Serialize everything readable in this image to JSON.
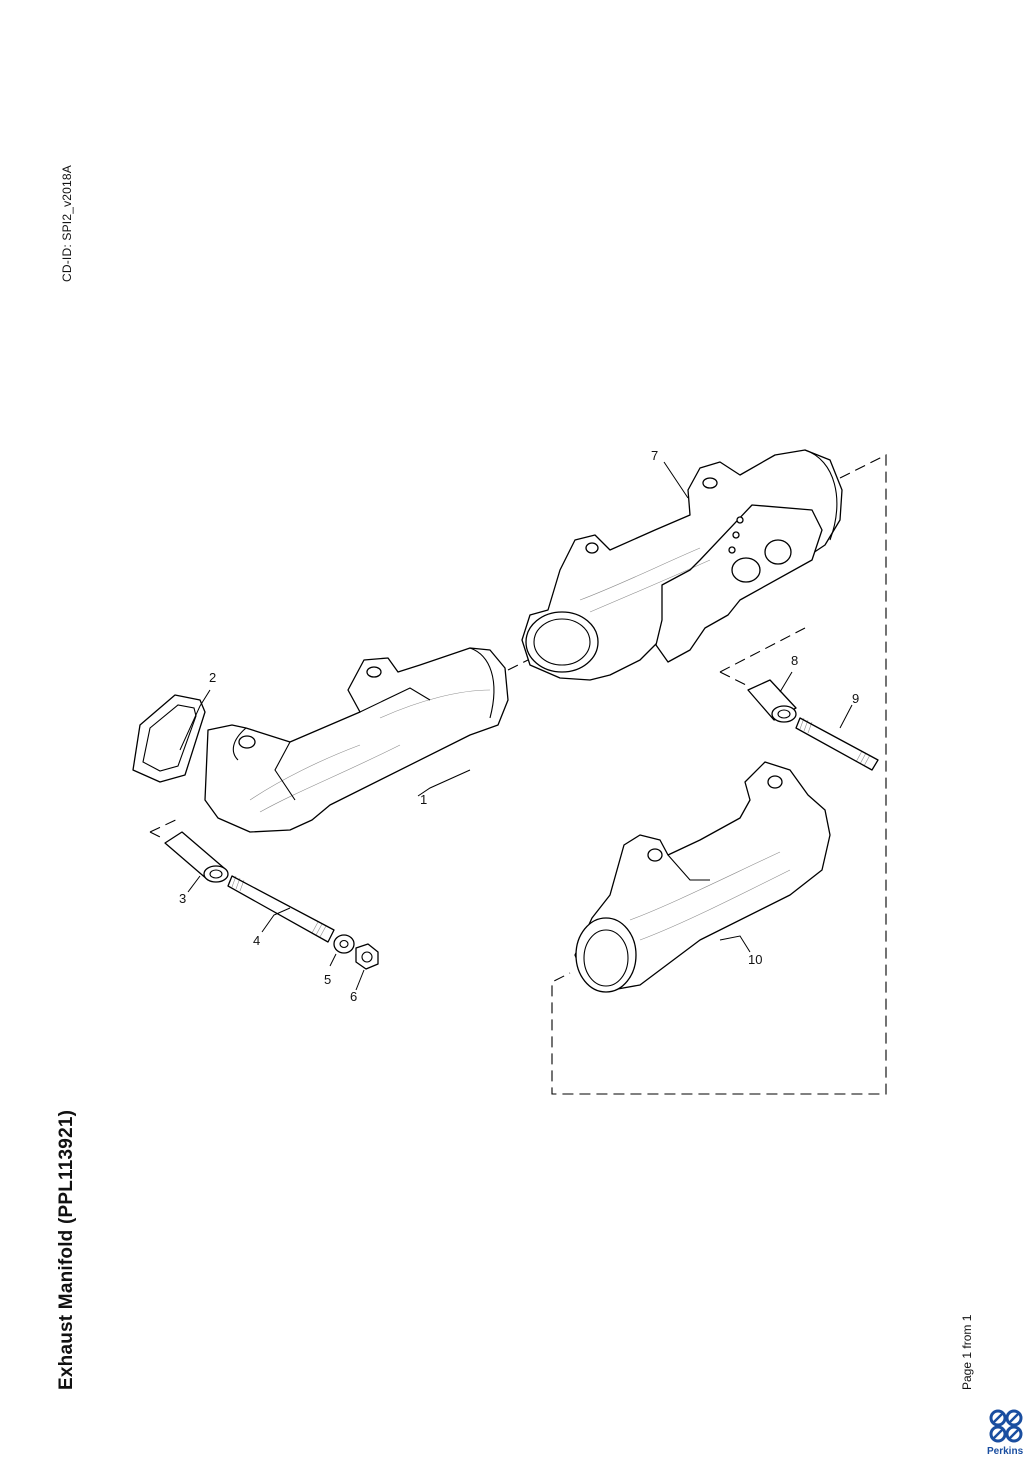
{
  "document": {
    "cd_id": "CD-ID: SPI2_v2018A",
    "title": "Exhaust Manifold (PPL113921)",
    "page": "Page 1 from 1",
    "brand": "Perkins"
  },
  "callouts": [
    "1",
    "2",
    "3",
    "4",
    "5",
    "6",
    "7",
    "8",
    "9",
    "10"
  ],
  "colors": {
    "ink": "#000000",
    "brand_blue": "#1a4ea0"
  }
}
